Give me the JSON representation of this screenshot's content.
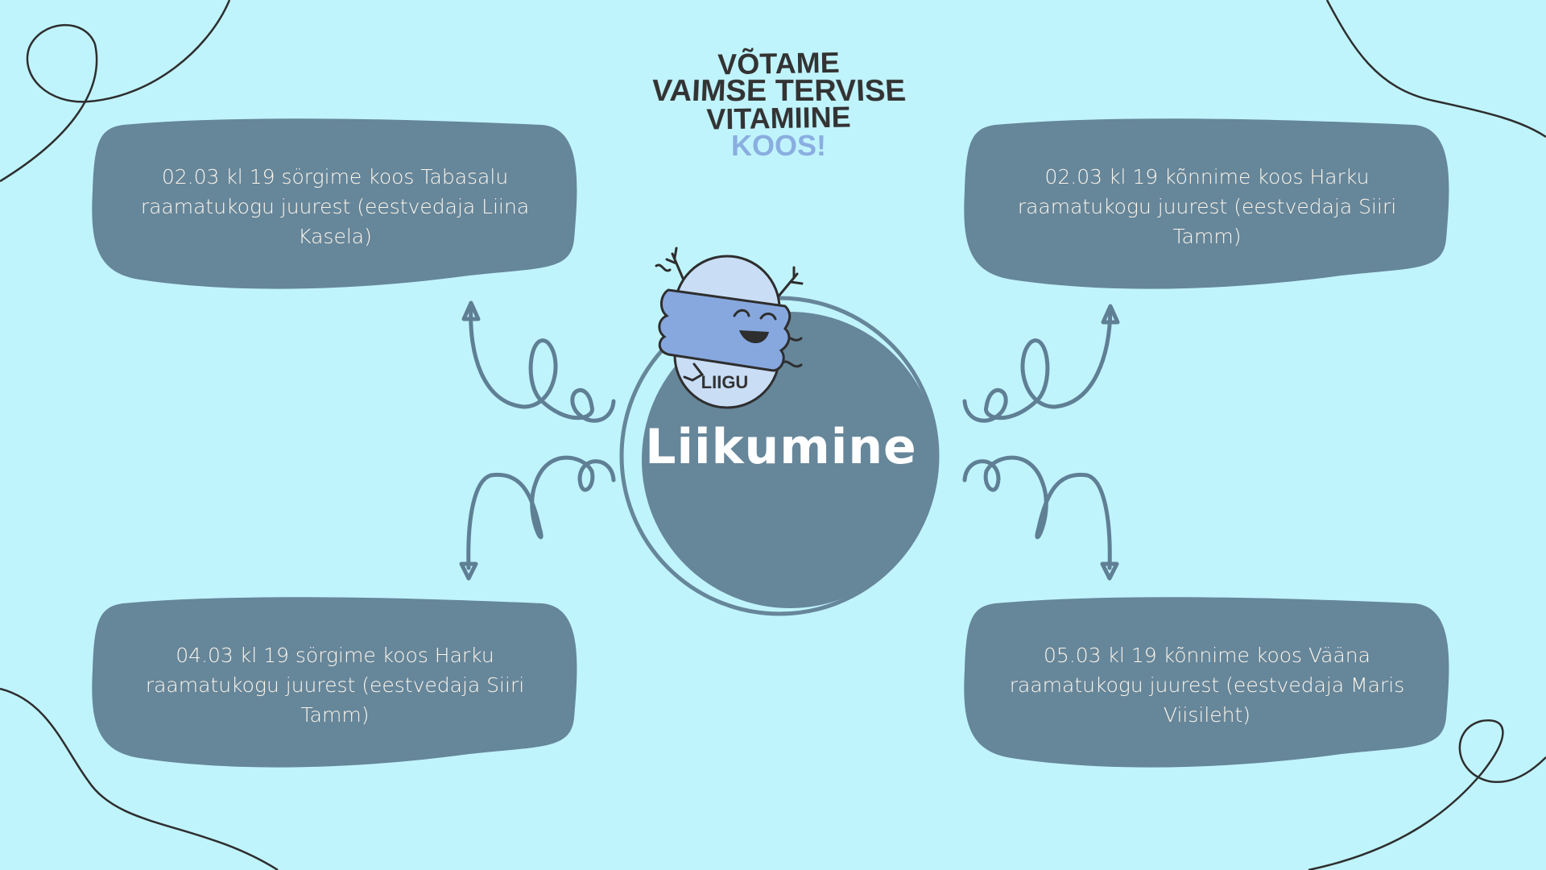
{
  "header": {
    "title_lines": [
      "VÕTAME",
      "VAIMSE TERVISE",
      "VITAMIINE"
    ],
    "title_accent": "KOOS!"
  },
  "center": {
    "title": "Liikumine",
    "mascot_label": "LIIGU"
  },
  "events": [
    {
      "text": "02.03 kl 19 sörgime koos Tabasalu raamatukogu juurest (eestvedaja Liina Kasela)"
    },
    {
      "text": "02.03 kl 19 kõnnime koos Harku raamatukogu juurest (eestvedaja Siiri Tamm)"
    },
    {
      "text": "04.03 kl 19 sörgime koos Harku raamatukogu juurest (eestvedaja Siiri Tamm)"
    },
    {
      "text": "05.03 kl 19 kõnnime koos Vääna raamatukogu juurest (eestvedaja Maris Viisileht)"
    }
  ],
  "colors": {
    "background": "#c0f4fd",
    "box": "#66869a",
    "box_text": "#fdf6ea",
    "accent": "#8aaee0"
  }
}
